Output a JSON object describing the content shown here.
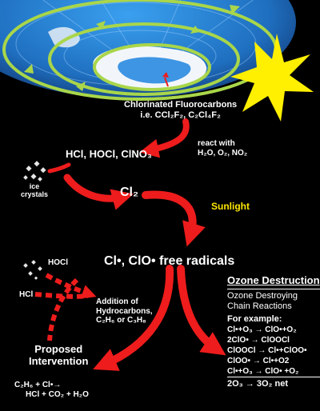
{
  "labels": {
    "cfc_title": "Chlorinated Fluorocarbons",
    "cfc_formula": "i.e. CCl₂F₂,   C₂Cl₄F₂",
    "react_with_1": "react with",
    "react_with_2": "H₂O, O₂, NO₂",
    "hcl_group": "HCl, HOCl, ClNO₃",
    "ice_1": "ice",
    "ice_2": "crystals",
    "cl2": "Cl₂",
    "sunlight": "Sunlight",
    "hocl": "HOCl",
    "hcl": "HCl",
    "radicals": "Cl•, ClO• free radicals",
    "addition_1": "Addition of",
    "addition_2": "Hydrocarbons,",
    "addition_3": "C₂H₆ or C₃H₈",
    "proposed_1": "Proposed",
    "proposed_2": "Intervention",
    "eq_left_1": "C₂H₆ + Cl•→",
    "eq_left_2": "HCl + CO₂ + H₂O",
    "ozone_title": "Ozone Destruction",
    "ozone_sub_1": "Ozone Destroying",
    "ozone_sub_2": "Chain Reactions",
    "for_example": "For example:",
    "reactions": [
      "Cl•+O₃ → ClO•+O₂",
      "2ClO• → ClOOCl",
      "ClOOCl → Cl•+ClOO•",
      "ClOO• → Cl•+O2",
      "Cl•+O₃ → ClO• +O₂"
    ],
    "net": "2O₃ → 3O₂ net"
  },
  "colors": {
    "arrow": "#ee1c1c",
    "sunlight": "#ffe600",
    "sun": "#ffef00",
    "swirl": "#a9d64a",
    "globe": "#1e7fcf"
  }
}
